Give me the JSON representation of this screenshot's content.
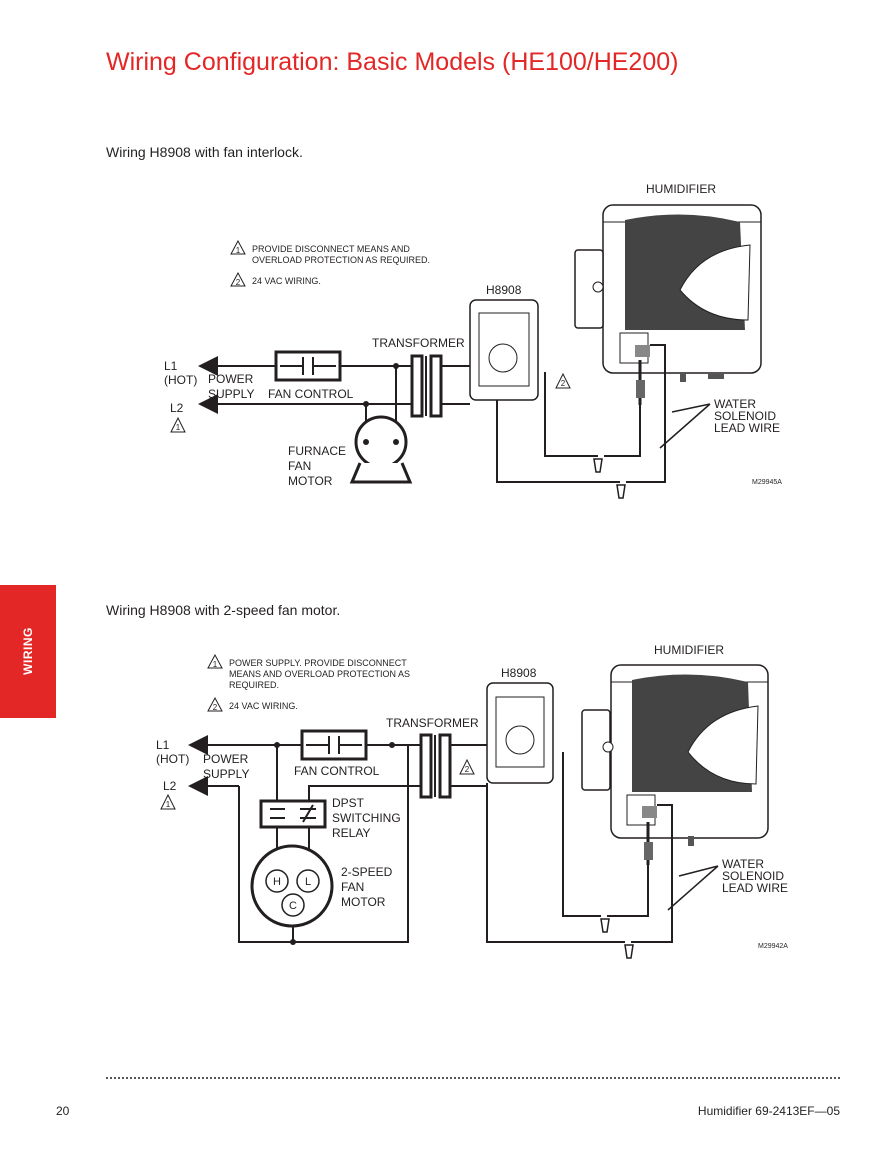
{
  "title": "Wiring Configuration: Basic Models (HE100/HE200)",
  "side_tab": "WIRING",
  "diagram1": {
    "caption": "Wiring H8908 with fan interlock.",
    "note1": [
      "PROVIDE DISCONNECT MEANS AND",
      "OVERLOAD PROTECTION AS REQUIRED."
    ],
    "note2": "24 VAC WIRING.",
    "humidifier": "HUMIDIFIER",
    "h8908": "H8908",
    "transformer": "TRANSFORMER",
    "l1": "L1",
    "hot": "(HOT)",
    "power": "POWER",
    "supply": "SUPPLY",
    "fan_control": "FAN CONTROL",
    "l2": "L2",
    "furnace": [
      "FURNACE",
      "FAN",
      "MOTOR"
    ],
    "solenoid": [
      "WATER",
      "SOLENOID",
      "LEAD WIRE"
    ],
    "code": "M29945A",
    "marker1": "1",
    "marker2": "2"
  },
  "diagram2": {
    "caption": "Wiring H8908 with 2-speed fan motor.",
    "note1": [
      "POWER SUPPLY.  PROVIDE DISCONNECT",
      "MEANS AND OVERLOAD PROTECTION AS",
      "REQUIRED."
    ],
    "note2": "24 VAC WIRING.",
    "humidifier": "HUMIDIFIER",
    "h8908": "H8908",
    "transformer": "TRANSFORMER",
    "l1": "L1",
    "hot": "(HOT)",
    "power": "POWER",
    "supply": "SUPPLY",
    "fan_control": "FAN CONTROL",
    "l2": "L2",
    "relay": [
      "DPST",
      "SWITCHING",
      "RELAY"
    ],
    "motor": [
      "2-SPEED",
      "FAN",
      "MOTOR"
    ],
    "motor_h": "H",
    "motor_l": "L",
    "motor_c": "C",
    "solenoid": [
      "WATER",
      "SOLENOID",
      "LEAD WIRE"
    ],
    "code": "M29942A",
    "marker1": "1",
    "marker2": "2"
  },
  "footer": {
    "page": "20",
    "doc": "Humidifier   69-2413EF—05"
  }
}
